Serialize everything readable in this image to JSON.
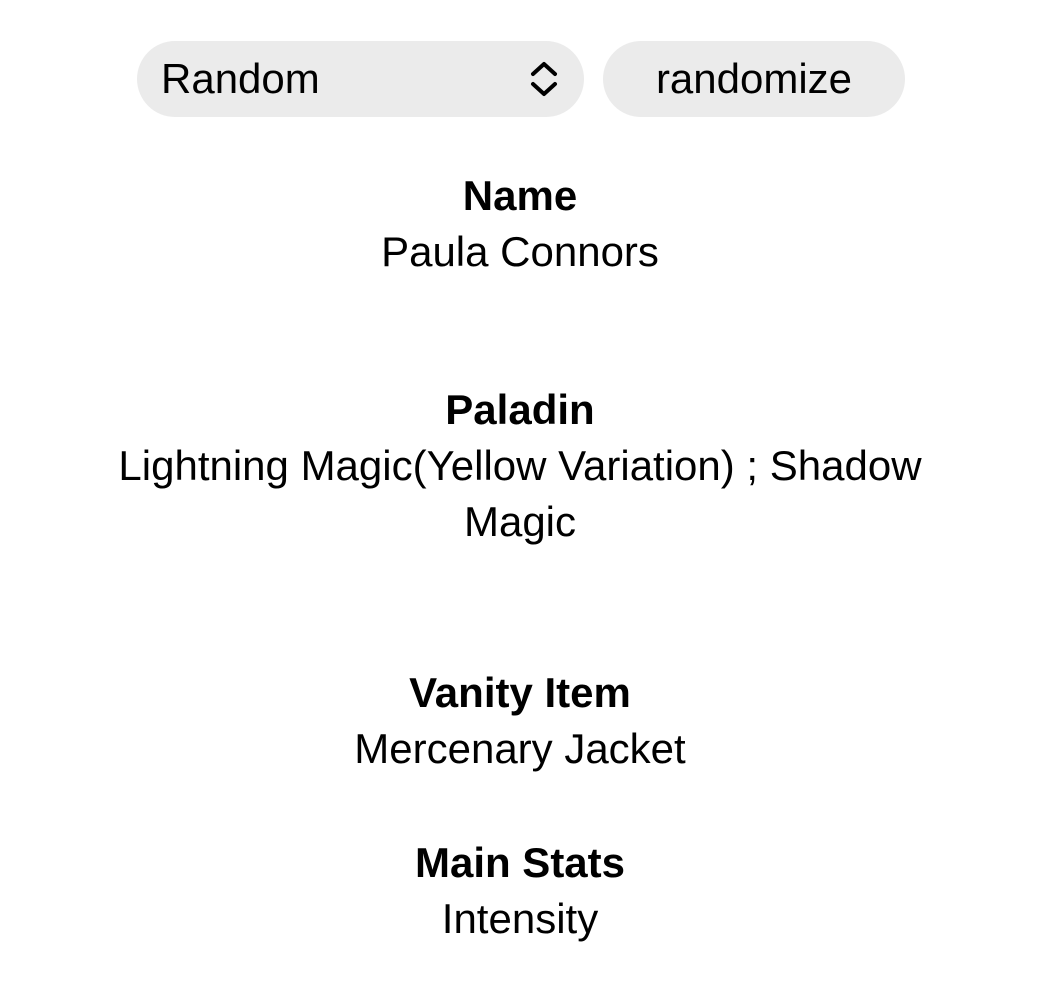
{
  "controls": {
    "select_value": "Random",
    "randomize_label": "randomize"
  },
  "sections": [
    {
      "heading": "Name",
      "value": "Paula Connors"
    },
    {
      "heading": "Paladin",
      "value": "Lightning Magic(Yellow Variation) ; Shadow Magic"
    },
    {
      "heading": "Vanity Item",
      "value": "Mercenary Jacket"
    },
    {
      "heading": "Main Stats",
      "value": "Intensity"
    }
  ],
  "colors": {
    "control_background": "#ebebeb",
    "text": "#000000",
    "page_background": "#ffffff"
  },
  "icons": {
    "select_indicator": "chevron-up-down-icon"
  }
}
